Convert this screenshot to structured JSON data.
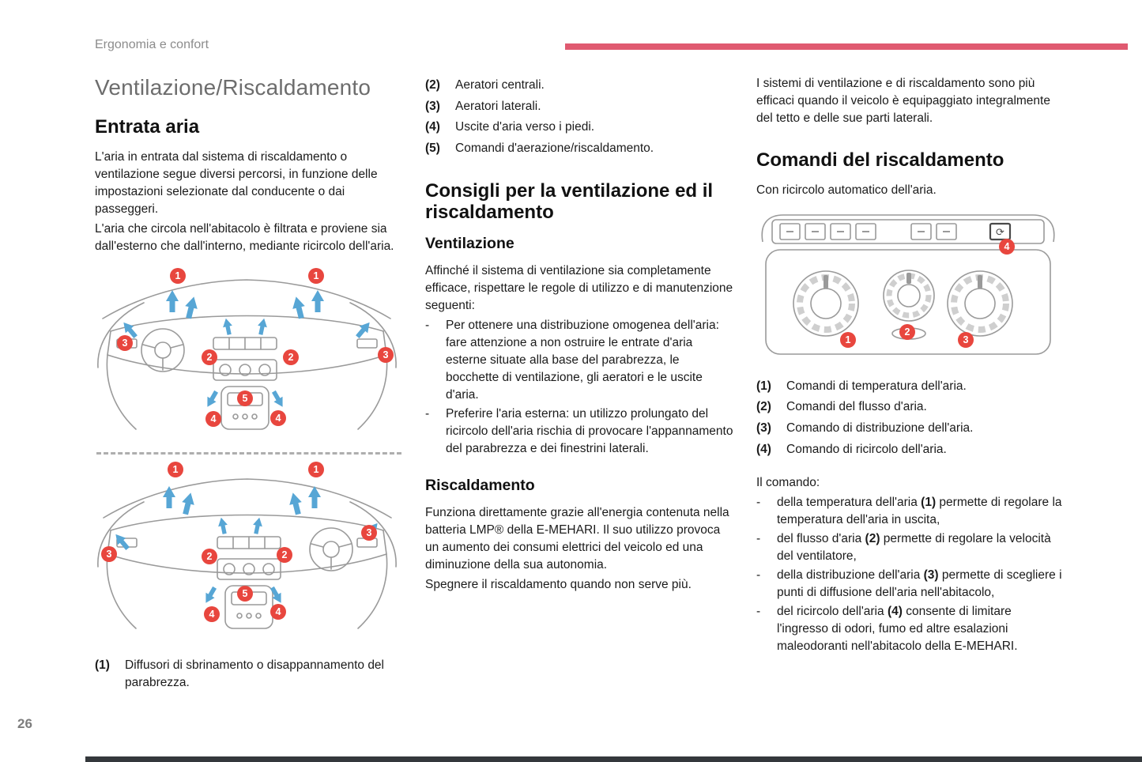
{
  "page": {
    "section_header": "Ergonomia e confort",
    "page_number": "26",
    "accent_color": "#e05a70",
    "footer_color": "#34383c",
    "bullet_marker": "-"
  },
  "col1": {
    "title": "Ventilazione/Riscaldamento",
    "heading": "Entrata aria",
    "para1": "L'aria in entrata dal sistema di riscaldamento o ventilazione segue diversi percorsi, in funzione delle impostazioni selezionate dal conducente o dai passeggeri.",
    "para2": "L'aria che circola nell'abitacolo è filtrata e proviene sia dall'esterno che dall'interno, mediante ricircolo dell'aria.",
    "caption": {
      "num": "(1)",
      "text": "Diffusori di sbrinamento o disappannamento del parabrezza."
    }
  },
  "diagrams": {
    "top": {
      "markers": [
        "1",
        "1",
        "3",
        "2",
        "2",
        "3",
        "5",
        "4",
        "4"
      ]
    },
    "bottom": {
      "markers": [
        "1",
        "1",
        "3",
        "2",
        "2",
        "3",
        "5",
        "4",
        "4"
      ]
    },
    "controls": {
      "markers": [
        "4",
        "1",
        "2",
        "3"
      ]
    },
    "marker_color": "#e8463e",
    "arrow_color": "#57a6d5"
  },
  "col2": {
    "legend": [
      {
        "num": "(2)",
        "text": "Aeratori centrali."
      },
      {
        "num": "(3)",
        "text": "Aeratori laterali."
      },
      {
        "num": "(4)",
        "text": "Uscite d'aria verso i piedi."
      },
      {
        "num": "(5)",
        "text": "Comandi d'aerazione/riscaldamento."
      }
    ],
    "heading": "Consigli per la ventilazione ed il riscaldamento",
    "sub_ventilazione": "Ventilazione",
    "vent_intro": "Affinché il sistema di ventilazione sia completamente efficace, rispettare le regole di utilizzo e di manutenzione seguenti:",
    "vent_bullets": [
      "Per ottenere una distribuzione omogenea dell'aria: fare attenzione a non ostruire le entrate d'aria esterne situate alla base del parabrezza, le bocchette di ventilazione, gli aeratori e le uscite d'aria.",
      "Preferire l'aria esterna: un utilizzo prolungato del ricircolo dell'aria rischia di provocare l'appannamento del parabrezza e dei finestrini laterali."
    ],
    "sub_riscaldamento": "Riscaldamento",
    "heat_para1": "Funziona direttamente grazie all'energia contenuta nella batteria LMP® della E-MEHARI. Il suo utilizzo provoca un aumento dei consumi elettrici del veicolo ed una diminuzione della sua autonomia.",
    "heat_para2": "Spegnere il riscaldamento quando non serve più."
  },
  "col3": {
    "intro": "I sistemi di ventilazione e di riscaldamento sono più efficaci quando il veicolo è equipaggiato integralmente del tetto e delle sue parti laterali.",
    "heading": "Comandi del riscaldamento",
    "subtitle": "Con ricircolo automatico dell'aria.",
    "legend": [
      {
        "num": "(1)",
        "text": "Comandi di temperatura dell'aria."
      },
      {
        "num": "(2)",
        "text": "Comandi del flusso d'aria."
      },
      {
        "num": "(3)",
        "text": "Comando di distribuzione dell'aria."
      },
      {
        "num": "(4)",
        "text": "Comando di ricircolo dell'aria."
      }
    ],
    "command_intro": "Il comando:",
    "command_bullets": [
      {
        "pre": "della temperatura dell'aria ",
        "bold": "(1)",
        "post": " permette di regolare la temperatura dell'aria in uscita,"
      },
      {
        "pre": "del flusso d'aria ",
        "bold": "(2)",
        "post": " permette di regolare la velocità del ventilatore,"
      },
      {
        "pre": "della distribuzione dell'aria ",
        "bold": "(3)",
        "post": " permette di scegliere i punti di diffusione dell'aria nell'abitacolo,"
      },
      {
        "pre": "del ricircolo dell'aria ",
        "bold": "(4)",
        "post": " consente di limitare l'ingresso di odori, fumo ed altre esalazioni maleodoranti nell'abitacolo della E-MEHARI."
      }
    ]
  }
}
